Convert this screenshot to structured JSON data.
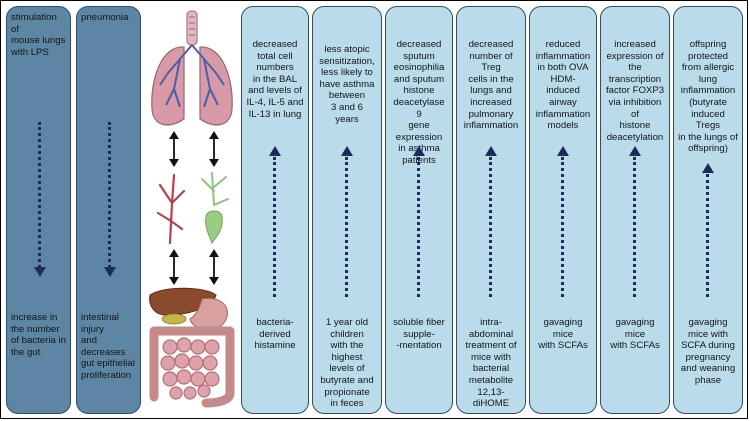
{
  "pathways": [
    {
      "top": "stimulation of\nmouse lungs\nwith  LPS",
      "bottom": "increase in\nthe number\nof bacteria in\nthe gut",
      "direction": "down",
      "style": "dark"
    },
    {
      "top": "pneumonia",
      "bottom": "intestinal injury\nand decreases\ngut epithelial\nproliferation",
      "direction": "down",
      "style": "dark"
    },
    {
      "top": "decreased\ntotal cell\nnumbers\nin the BAL\nand levels of\nIL-4, IL-5 and\nIL-13 in lung",
      "bottom": "bacteria-derived\nhistamine",
      "direction": "up",
      "style": "light"
    },
    {
      "top": "less atopic\nsensitization,\nless likely to\nhave asthma\nbetween\n3 and 6\nyears",
      "bottom": "1 year old\nchildren\nwith the\nhighest\nlevels of\nbutyrate and\npropionate\nin feces",
      "direction": "up",
      "style": "light"
    },
    {
      "top": "decreased\nsputum\neosinophilia\nand sputum\nhistone\ndeacetylase 9\ngene expression\nin asthma\npatients",
      "bottom": "soluble fiber\nsupple-\n-mentation",
      "direction": "up",
      "style": "light"
    },
    {
      "top": "decreased\nnumber of Treg\ncells in the\nlungs and\nincreased\npulmonary\ninflammation",
      "bottom": "intra-abdominal\ntreatment of\nmice with\nbacterial\nmetabolite\n12,13-diHOME",
      "direction": "up",
      "style": "light"
    },
    {
      "top": "reduced\ninflammation\nin both OVA\nHDM- induced\nairway\ninflammation\nmodels",
      "bottom": "gavaging mice\nwith SCFAs",
      "direction": "up",
      "style": "light"
    },
    {
      "top": "increased\nexpression of\nthe\ntranscription\nfactor FOXP3\nvia inhibition of\nhistone\ndeacetylation",
      "bottom": "gavaging mice\nwith SCFAs",
      "direction": "up",
      "style": "light"
    },
    {
      "top": "offspring\nprotected\nfrom allergic\nlung\ninflammation\n(butyrate\ninduced Tregs\nin the lungs of\noffspring)",
      "bottom": "gavaging\nmice with\nSCFA during\npregnancy\nand weaning\nphase",
      "direction": "up",
      "style": "light"
    }
  ],
  "colors": {
    "dark_column": "#5c86a3",
    "light_column": "#b9dbea",
    "arrow": "#1c2c5a",
    "lung": "#d89aa6",
    "airway": "#4a5fa8"
  },
  "icons": [
    "lungs-icon",
    "blood-vessel-icon",
    "neuron-icon",
    "digestive-system-icon",
    "double-arrow-icon"
  ]
}
